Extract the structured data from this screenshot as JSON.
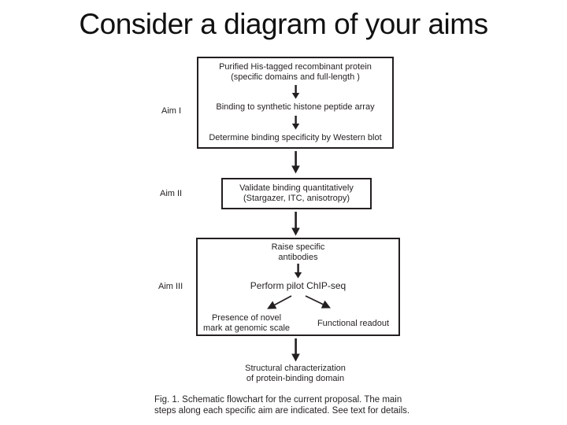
{
  "slide": {
    "title": "Consider a diagram of your aims"
  },
  "diagram": {
    "aims": {
      "aim1": "Aim I",
      "aim2": "Aim II",
      "aim3": "Aim III"
    },
    "box1": {
      "step1_line1": "Purified His-tagged recombinant protein",
      "step1_line2": "(specific domains and full-length )",
      "step2": "Binding to synthetic histone peptide array",
      "step3": "Determine binding specificity by Western blot"
    },
    "box2": {
      "line1": "Validate binding quantitatively",
      "line2": "(Stargazer, ITC, anisotropy)"
    },
    "box3": {
      "step1_line1": "Raise specific",
      "step1_line2": "antibodies",
      "step2": "Perform pilot ChIP-seq",
      "branch_left_line1": "Presence of novel",
      "branch_left_line2": "mark at genomic scale",
      "branch_right": "Functional readout"
    },
    "final_step": {
      "line1": "Structural characterization",
      "line2": "of protein-binding domain"
    },
    "caption": {
      "line1": "Fig. 1. Schematic flowchart for the current proposal. The main",
      "line2": "steps along each specific aim are indicated. See text for details."
    }
  },
  "colors": {
    "background": "#ffffff",
    "text": "#262223",
    "border": "#231f20"
  }
}
